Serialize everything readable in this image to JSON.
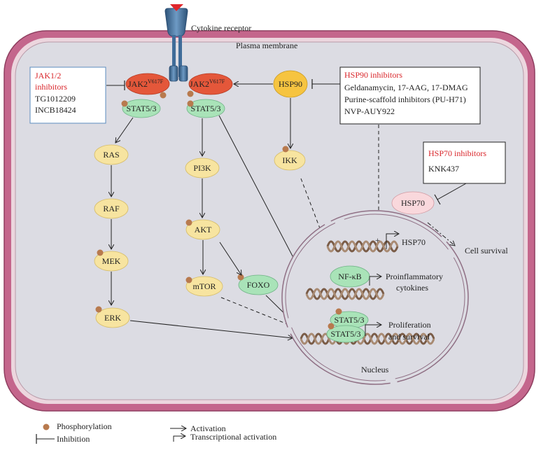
{
  "receptor": {
    "label": "Cytokine receptor"
  },
  "membrane": {
    "label": "Plasma membrane"
  },
  "jak_inhibitors": {
    "title_line1": "JAK1/2",
    "title_line2": "inhibitors",
    "drugs": [
      "TG1012209",
      "INCB18424"
    ]
  },
  "jak2": {
    "base": "JAK2",
    "sup": "V617F"
  },
  "stat": {
    "label": "STAT5/3"
  },
  "left_path": [
    "RAS",
    "RAF",
    "MEK",
    "ERK"
  ],
  "mid_path": [
    "PI3K",
    "AKT",
    "mTOR",
    "FOXO"
  ],
  "hsp90": {
    "label": "HSP90"
  },
  "hsp90_inhibitors": {
    "title": "HSP90 inhibitors",
    "drugs": [
      "Geldanamycin, 17-AAG, 17-DMAG",
      "Purine-scaffold inhibitors (PU-H71)",
      "NVP-AUY922"
    ]
  },
  "ikk": {
    "label": "IKK"
  },
  "hsp70_inhibitors": {
    "title": "HSP70 inhibitors",
    "drugs": [
      "KNK437"
    ]
  },
  "hsp70": {
    "label": "HSP70"
  },
  "nucleus": {
    "label": "Nucleus",
    "plus": "+",
    "hsp70_gene": "HSP70",
    "nfkb": "NF-κB",
    "pro_cyto_1": "Proinflammatory",
    "pro_cyto_2": "cytokines",
    "stat_top": "STAT5/3",
    "stat_bottom": "STAT5/3",
    "prolif_1": "Proliferation",
    "prolif_2": "and survival"
  },
  "cell_survival": "Cell survival",
  "legend": {
    "phosphorylation": "Phosphorylation",
    "inhibition": "Inhibition",
    "activation": "Activation",
    "transcriptional": "Transcriptional activation"
  },
  "colors": {
    "membrane": "#c4668c",
    "cytoplasm": "#dcdce3",
    "jak2": "#e4573a",
    "stat": "#a9e3b8",
    "kinase": "#f7e4a0",
    "hsp90": "#f6c440",
    "hsp70": "#f9d8dc",
    "phospho": "#b87a4e",
    "receptor": "#3f6c99",
    "dna": "#8a6d56",
    "inhibitor_red": "#d9262b"
  }
}
